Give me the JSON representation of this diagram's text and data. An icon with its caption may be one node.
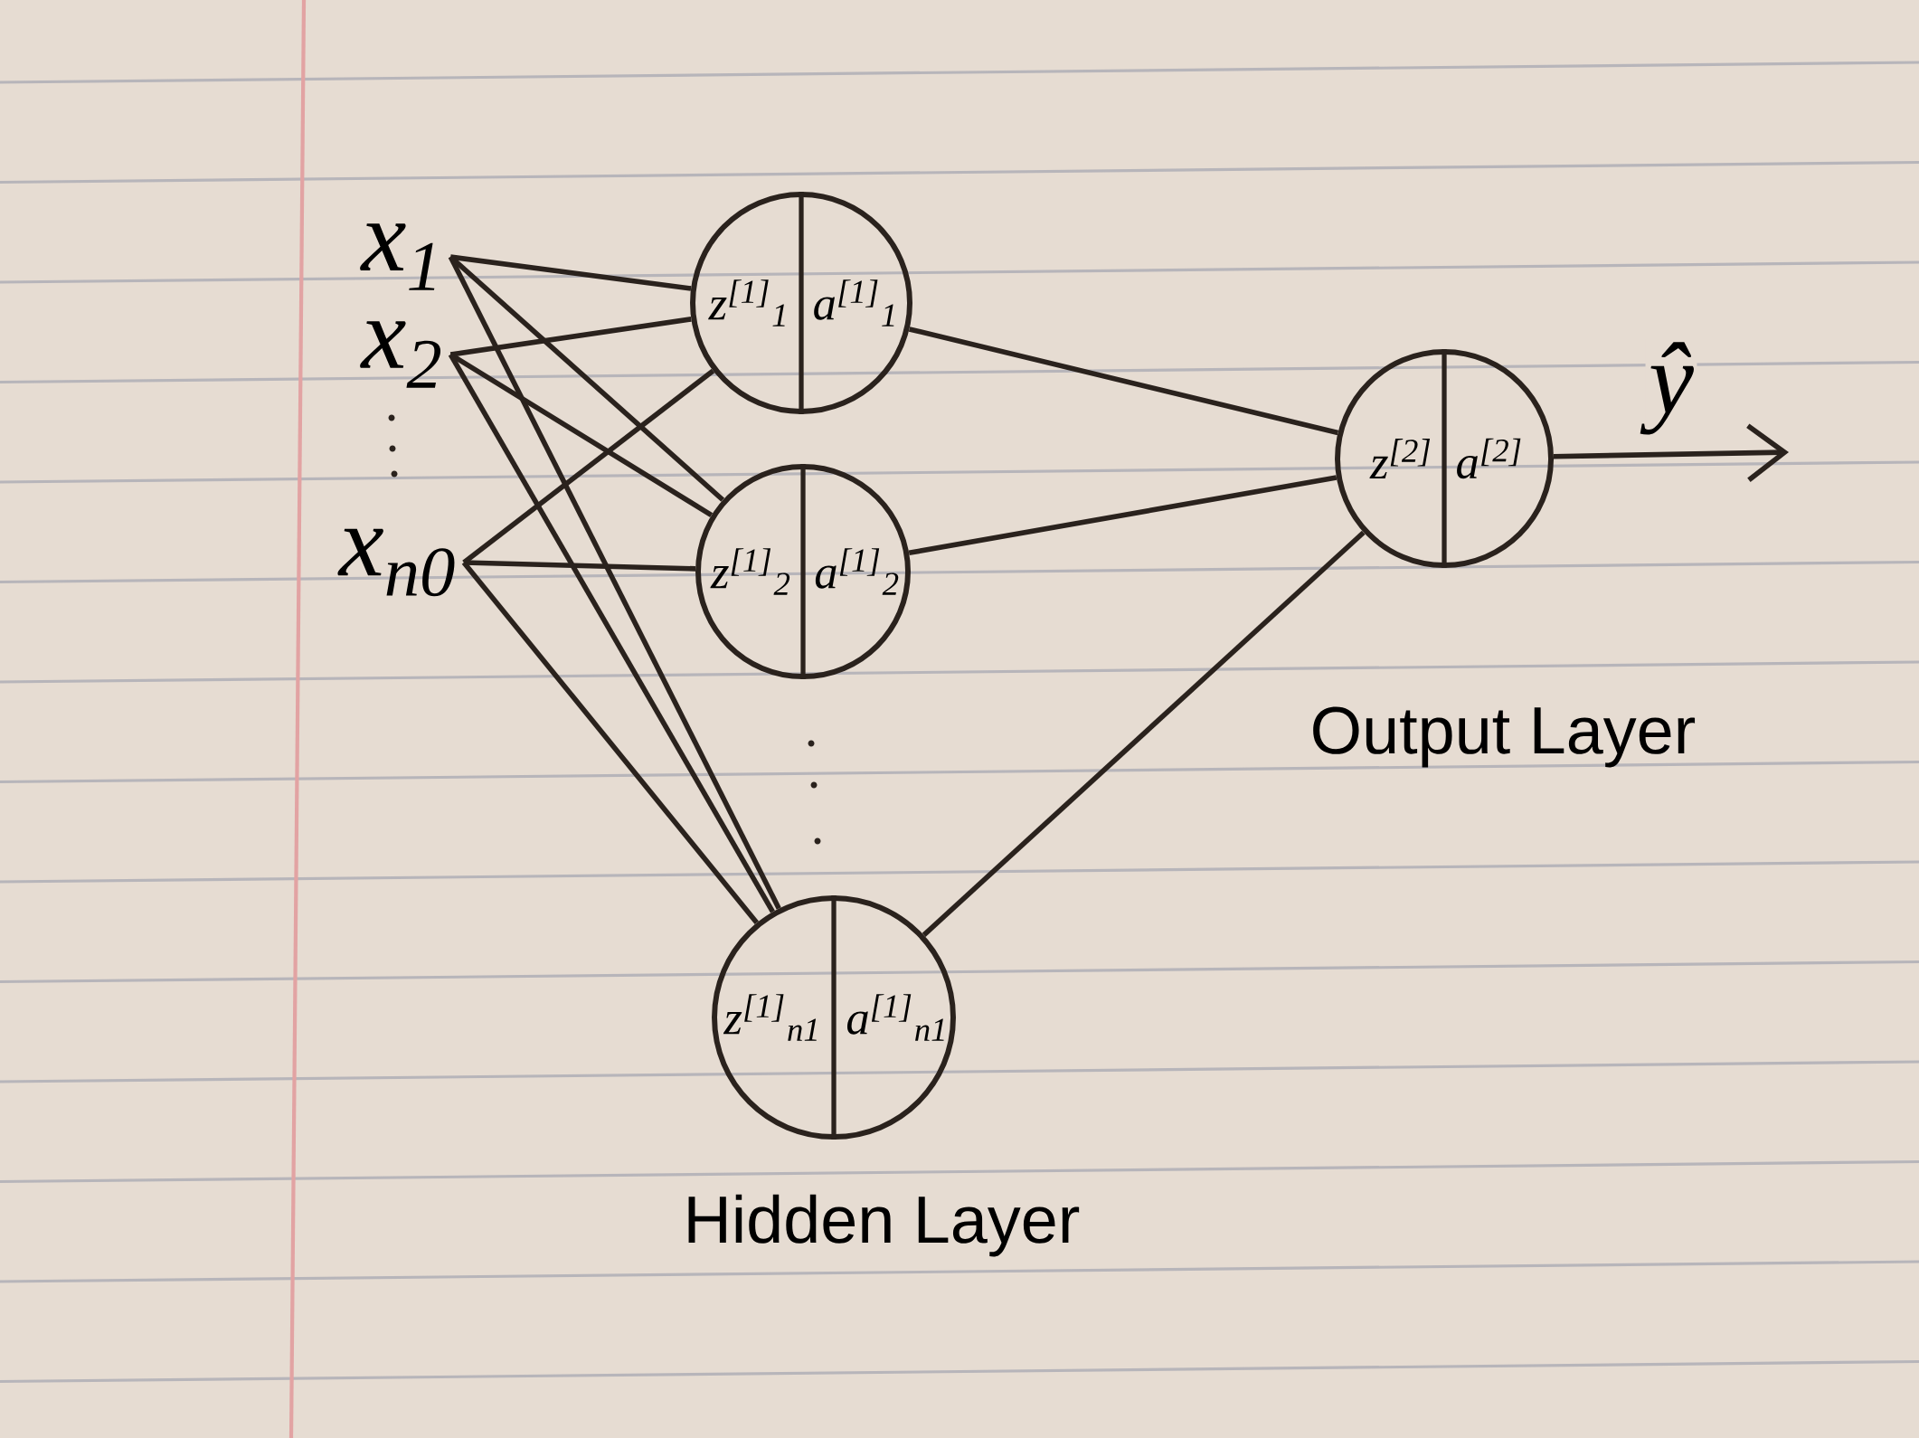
{
  "diagram": {
    "nodes": [
      {
        "text": [
          "x$_{1}$"
        ]
      },
      {
        "text": [
          "x$_{2}$"
        ]
      },
      {
        "text": [
          "x$_{n0}$"
        ]
      },
      {
        "text": [
          "z$^{[1]}$$_{1}$",
          "a$^{[1]}$$_{1}$"
        ]
      },
      {
        "text": [
          "z$^{[1]}$$_{2}$",
          "a$^{[1]}$$_{2}$"
        ]
      },
      {
        "text": [
          "z$^{[1]}$$_{n1}$",
          "a$^{[1]}$$_{n1}$"
        ]
      },
      {
        "text": [
          "z$^{[2]}$",
          "a$^{[2]}$"
        ]
      }
    ],
    "edges": [
      {
        "from": 0,
        "to": 3,
        "arrow": "none"
      },
      {
        "from": 0,
        "to": 4,
        "arrow": "none"
      },
      {
        "from": 0,
        "to": 5,
        "arrow": "none"
      },
      {
        "from": 1,
        "to": 3,
        "arrow": "none"
      },
      {
        "from": 1,
        "to": 4,
        "arrow": "none"
      },
      {
        "from": 1,
        "to": 5,
        "arrow": "none"
      },
      {
        "from": 2,
        "to": 3,
        "arrow": "none"
      },
      {
        "from": 2,
        "to": 4,
        "arrow": "none"
      },
      {
        "from": 2,
        "to": 5,
        "arrow": "none"
      },
      {
        "from": 3,
        "to": 6,
        "arrow": "none"
      },
      {
        "from": 4,
        "to": 6,
        "arrow": "none"
      },
      {
        "from": 5,
        "to": 6,
        "arrow": "none"
      },
      {
        "from": 6,
        "to": null,
        "arrow": "to",
        "label": "ŷ"
      }
    ],
    "labels": [
      "Output Layer",
      "Hidden Layer"
    ]
  }
}
